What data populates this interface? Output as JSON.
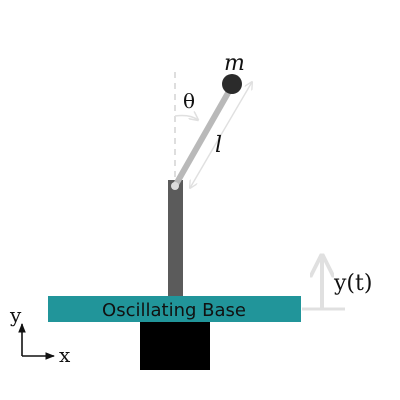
{
  "labels": {
    "mass": "m",
    "angle": "θ",
    "length": "l",
    "base": "Oscillating Base",
    "displacement": "y(t)",
    "axis_y": "y",
    "axis_x": "x"
  },
  "colors": {
    "base_bar": "#21959a",
    "rod": "#b9b9b9",
    "post": "#5b5b5b",
    "mass": "#2b2b2b",
    "motor_block": "#000000",
    "dashed_vertical": "#d6d6d6",
    "arrows_light": "#e0e0e0",
    "axis": "#111111"
  },
  "icons": {
    "pivot": "pivot-dot-icon",
    "mass": "mass-ball-icon"
  }
}
